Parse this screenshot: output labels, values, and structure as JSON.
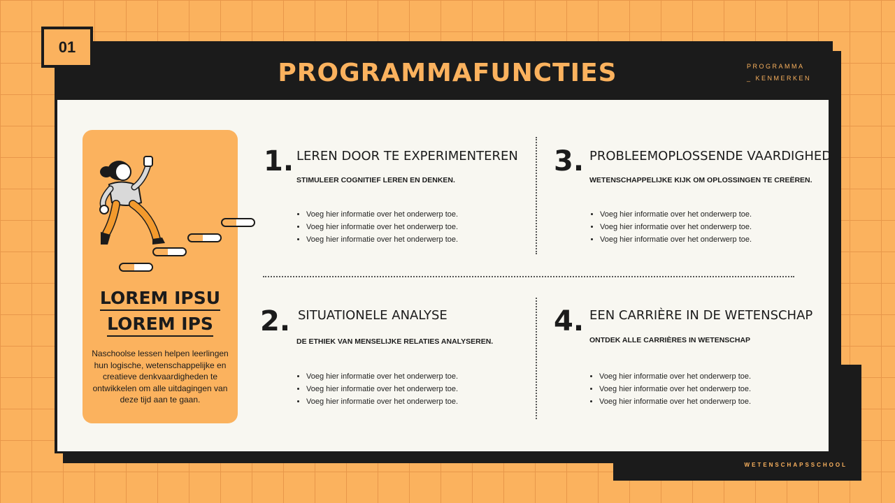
{
  "header": {
    "slide_number": "01",
    "title": "PROGRAMMAFUNCTIES",
    "tag_line1": "PROGRAMMA",
    "tag_line2": "_ KENMERKEN"
  },
  "footer": {
    "brand": "WETENSCHAPSSCHOOL"
  },
  "side_card": {
    "heading_line1": "LOREM IPSU",
    "heading_line2": "LOREM IPS",
    "description": "Naschoolse lessen helpen leerlingen hun logische, wetenschappelijke en creatieve denkvaardigheden te ontwikkelen om alle uitdagingen van deze tijd aan te gaan."
  },
  "sections": [
    {
      "number": "1.",
      "title": "LEREN DOOR TE EXPERIMENTEREN",
      "subtitle": "STIMULEER COGNITIEF LEREN EN DENKEN.",
      "bullets": [
        "Voeg hier informatie over het onderwerp toe.",
        "Voeg hier informatie over het onderwerp toe.",
        "Voeg hier informatie over het onderwerp toe."
      ]
    },
    {
      "number": "2.",
      "title": "SITUATIONELE ANALYSE",
      "subtitle": "DE ETHIEK VAN MENSELIJKE RELATIES ANALYSEREN.",
      "bullets": [
        "Voeg hier informatie over het onderwerp toe.",
        "Voeg hier informatie over het onderwerp toe.",
        "Voeg hier informatie over het onderwerp toe."
      ]
    },
    {
      "number": "3.",
      "title": "PROBLEEMOPLOSSENDE VAARDIGHEDEN",
      "subtitle": "WETENSCHAPPELIJKE KIJK OM OPLOSSINGEN TE CREËREN.",
      "bullets": [
        "Voeg hier informatie over het onderwerp toe.",
        "Voeg hier informatie over het onderwerp toe.",
        "Voeg hier informatie over het onderwerp toe."
      ]
    },
    {
      "number": "4.",
      "title": "EEN CARRIÈRE IN DE WETENSCHAP",
      "subtitle": "ONTDEK ALLE CARRIÈRES IN WETENSCHAP",
      "bullets": [
        "Voeg hier informatie over het onderwerp toe.",
        "Voeg hier informatie over het onderwerp toe.",
        "Voeg hier informatie over het onderwerp toe."
      ]
    }
  ]
}
